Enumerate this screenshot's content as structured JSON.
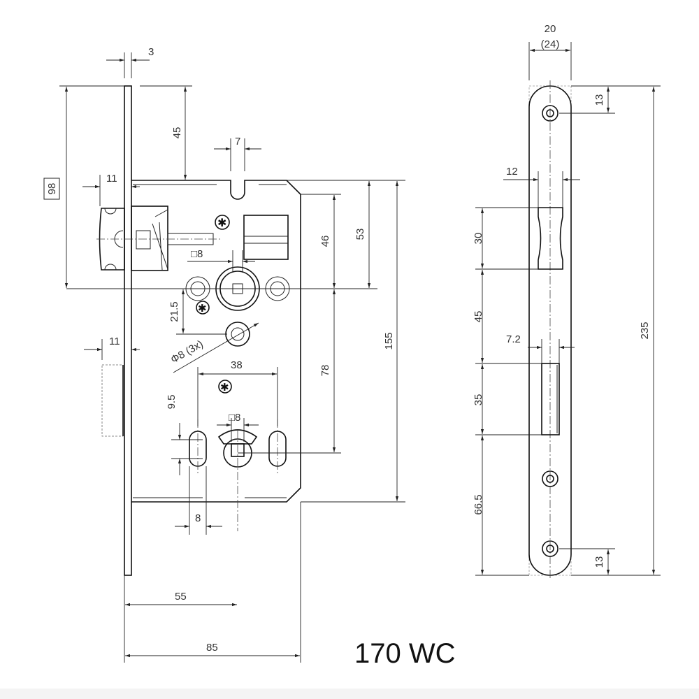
{
  "title": "170 WC",
  "front_view": {
    "dims": {
      "faceplate_thickness": "3",
      "top_to_body": "45",
      "top_to_follower": "98",
      "latch_projection": "11",
      "notch_width": "7",
      "body_to_follower_a": "46",
      "body_to_follower_b": "53",
      "body_height": "155",
      "follower_to_wc": "78",
      "follower_to_hole": "21.5",
      "hole_diameter": "Φ8 (3x)",
      "bolt_projection": "11",
      "slot_spacing": "38",
      "slot_length": "9.5",
      "square_top": "□8",
      "square_bottom": "□8",
      "slot_width": "8",
      "backset": "55",
      "body_depth": "85"
    }
  },
  "side_view": {
    "dims": {
      "width": "20",
      "width_alt": "(24)",
      "top_hole": "13",
      "latch_opening": "12",
      "latch_height": "30",
      "gap": "45",
      "bolt_opening": "7.2",
      "bolt_height": "35",
      "bottom_span": "66.5",
      "bottom_hole": "13",
      "total_height": "235"
    }
  }
}
